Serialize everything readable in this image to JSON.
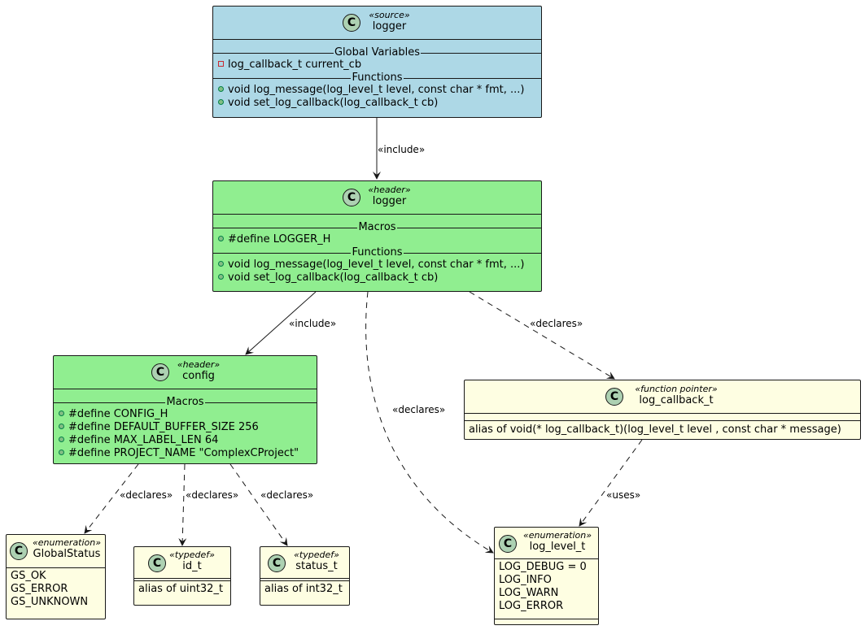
{
  "edges": {
    "src_include": "«include»",
    "hdr_include": "«include»",
    "hdr_declares_cb": "«declares»",
    "hdr_declares_lvl": "«declares»",
    "cb_uses": "«uses»",
    "cfg_declares_gs": "«declares»",
    "cfg_declares_id": "«declares»",
    "cfg_declares_st": "«declares»"
  },
  "logger_source": {
    "stereotype": "«source»",
    "name": "logger",
    "sec1": "Global Variables",
    "var1": "log_callback_t current_cb",
    "sec2": "Functions",
    "fn1": "void log_message(log_level_t level, const char * fmt, ...)",
    "fn2": "void set_log_callback(log_callback_t cb)"
  },
  "logger_header": {
    "stereotype": "«header»",
    "name": "logger",
    "sec1": "Macros",
    "macro1": "#define LOGGER_H",
    "sec2": "Functions",
    "fn1": "void log_message(log_level_t level, const char * fmt, ...)",
    "fn2": "void set_log_callback(log_callback_t cb)"
  },
  "config_header": {
    "stereotype": "«header»",
    "name": "config",
    "sec1": "Macros",
    "m1": "#define CONFIG_H",
    "m2": "#define DEFAULT_BUFFER_SIZE 256",
    "m3": "#define MAX_LABEL_LEN 64",
    "m4": "#define PROJECT_NAME \"ComplexCProject\""
  },
  "log_callback_t": {
    "stereotype": "«function pointer»",
    "name": "log_callback_t",
    "alias": "alias of void(* log_callback_t)(log_level_t level , const char * message)"
  },
  "global_status": {
    "stereotype": "«enumeration»",
    "name": "GlobalStatus",
    "v1": "GS_OK",
    "v2": "GS_ERROR",
    "v3": "GS_UNKNOWN"
  },
  "id_t": {
    "stereotype": "«typedef»",
    "name": "id_t",
    "alias": "alias of uint32_t"
  },
  "status_t": {
    "stereotype": "«typedef»",
    "name": "status_t",
    "alias": "alias of int32_t"
  },
  "log_level_t": {
    "stereotype": "«enumeration»",
    "name": "log_level_t",
    "v1": "LOG_DEBUG = 0",
    "v2": "LOG_INFO",
    "v3": "LOG_WARN",
    "v4": "LOG_ERROR"
  },
  "class_icon": "C",
  "colors": {
    "source": "#ADD8E6",
    "header": "#90EE90",
    "type": "#FEFEE2",
    "border": "#181818",
    "circle": "#ADD1B2"
  }
}
